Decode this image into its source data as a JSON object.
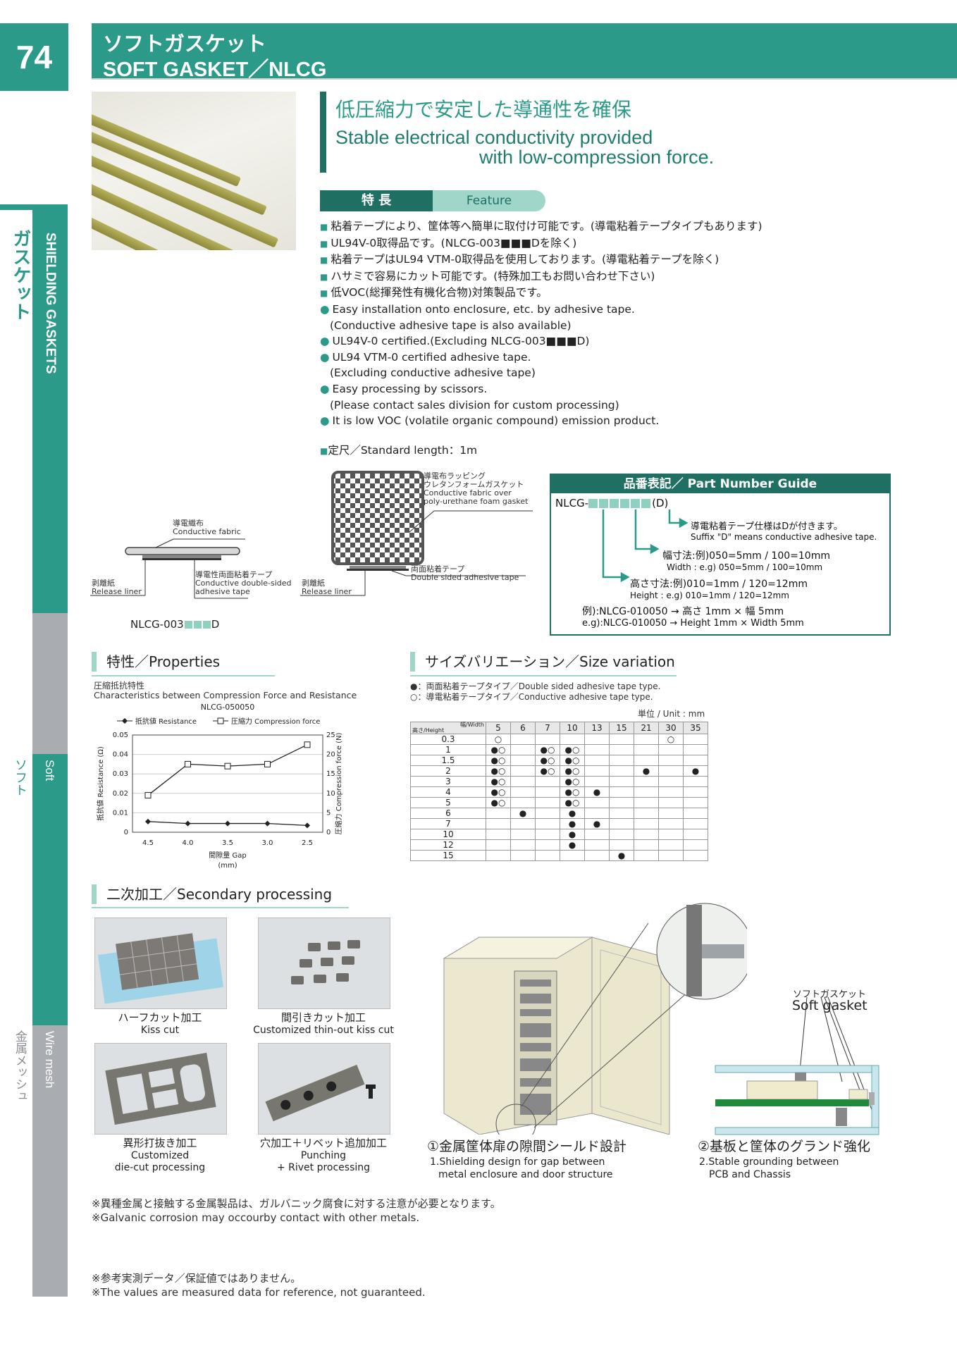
{
  "page_number": "74",
  "header": {
    "title_jp": "ソフトガスケット",
    "title_en": "SOFT GASKET／NLCG"
  },
  "side_tabs": {
    "gasket_jp": "ガスケット",
    "gasket_en": "SHIELDING GASKETS",
    "soft_jp": "ソフト",
    "soft_en": "Soft",
    "mesh_jp": "金属メッシュ",
    "mesh_en": "Wire mesh"
  },
  "tagline": {
    "jp": "低圧縮力で安定した導通性を確保",
    "en_line1": "Stable electrical conductivity provided",
    "en_line2": "with low-compression force."
  },
  "feature": {
    "label_jp": "特 長",
    "label_en": "Feature",
    "jp_items": [
      "粘着テープにより、筐体等へ簡単に取付け可能です。(導電粘着テープタイプもあります)",
      "UL94V-0取得品です。(NLCG-003■■■Dを除く)",
      "粘着テープはUL94 VTM-0取得品を使用しております。(導電粘着テープを除く)",
      "ハサミで容易にカット可能です。(特殊加工もお問い合わせ下さい)",
      "低VOC(総揮発性有機化合物)対策製品です。"
    ],
    "en_1a": "Easy installation onto enclosure, etc. by adhesive tape.",
    "en_1b": "(Conductive adhesive tape is also available)",
    "en_2": "UL94V-0 certified.(Excluding NLCG-003■■■D)",
    "en_3a": "UL94 VTM-0 certified adhesive tape.",
    "en_3b": "(Excluding conductive adhesive tape)",
    "en_4a": "Easy processing by scissors.",
    "en_4b": "(Please contact sales division for custom processing)",
    "en_5": "It is low VOC (volatile organic compound) emission product.",
    "standard_length": "定尺／Standard length：1m"
  },
  "diagram": {
    "fabric_jp": "導電織布",
    "fabric_en": "Conductive fabric",
    "liner_jp": "剥離紙",
    "liner_en": "Release liner",
    "cond_tape_jp": "導電性両面粘着テープ",
    "cond_tape_en1": "Conductive double-sided",
    "cond_tape_en2": "adhesive tape",
    "liner2_jp": "剥離紙",
    "liner2_en": "Release liner",
    "wrap_jp1": "導電布ラッピング",
    "wrap_jp2": "ウレタンフォームガスケット",
    "wrap_en1": "Conductive fabric over",
    "wrap_en2": "poly-urethane foam gasket",
    "dst_jp": "両面粘着テープ",
    "dst_en": "Double sided adhesive tape",
    "model_prefix": "NLCG-003",
    "model_suffix": "D"
  },
  "part_number": {
    "title": "品番表記／ Part Number Guide",
    "prefix": "NLCG-",
    "suffix": "(D)",
    "suffix_jp": "導電粘着テープ仕様はDが付きます。",
    "suffix_en": "Suffix \"D\" means conductive adhesive tape.",
    "width_jp": "幅寸法:例)050=5mm / 100=10mm",
    "width_en": "Width : e.g) 050=5mm / 100=10mm",
    "height_jp": "高さ寸法:例)010=1mm / 120=12mm",
    "height_en": "Height : e.g) 010=1mm / 120=12mm",
    "example_jp": "例):NLCG-010050 → 高さ 1mm × 幅 5mm",
    "example_en": "e.g):NLCG-010050 → Height 1mm × Width 5mm"
  },
  "properties": {
    "title": "特性／Properties",
    "sub_jp": "圧縮抵抗特性",
    "sub_en": "Characteristics between Compression Force and Resistance"
  },
  "chart_data": {
    "type": "line",
    "title": "NLCG-050050",
    "x": [
      "4.5",
      "4.0",
      "3.5",
      "3.0",
      "2.5"
    ],
    "xlabel_1": "間隙量 Gap",
    "xlabel_2": "(mm)",
    "ylabel_left": "抵抗値 Resistance (Ω)",
    "ylabel_right": "圧縮力 Compression force (N)",
    "ylim_left": [
      0,
      0.05
    ],
    "ylim_right": [
      0,
      25
    ],
    "yticks_left": [
      "0",
      "0.01",
      "0.02",
      "0.03",
      "0.04",
      "0.05"
    ],
    "yticks_right": [
      "0",
      "5",
      "10",
      "15",
      "20",
      "25"
    ],
    "series": [
      {
        "name": "抵抗値 Resistance",
        "axis": "left",
        "values": [
          0.0055,
          0.0045,
          0.0045,
          0.0045,
          0.0035
        ]
      },
      {
        "name": "圧縮力 Compression force",
        "axis": "right",
        "values": [
          9.5,
          17.5,
          17,
          17.5,
          22.5
        ]
      }
    ]
  },
  "size_variation": {
    "title": "サイズバリエーション／Size variation",
    "legend_filled": "●：両面粘着テープタイプ／Double sided adhesive tape type.",
    "legend_open": "○：導電粘着テープタイプ／Conductive adhesive tape type.",
    "unit": "単位 / Unit : mm",
    "corner_width": "幅/Width",
    "corner_height": "高さ/Height",
    "widths": [
      "5",
      "6",
      "7",
      "10",
      "13",
      "15",
      "21",
      "30",
      "35"
    ],
    "rows": [
      {
        "h": "0.3",
        "c": [
          "○",
          "",
          "",
          "",
          "",
          "",
          "",
          "○",
          ""
        ]
      },
      {
        "h": "1",
        "c": [
          "●○",
          "",
          "●○",
          "●○",
          "",
          "",
          "",
          "",
          ""
        ]
      },
      {
        "h": "1.5",
        "c": [
          "●○",
          "",
          "●○",
          "●○",
          "",
          "",
          "",
          "",
          ""
        ]
      },
      {
        "h": "2",
        "c": [
          "●○",
          "",
          "●○",
          "●○",
          "",
          "",
          "●",
          "",
          "●"
        ]
      },
      {
        "h": "3",
        "c": [
          "●○",
          "",
          "",
          "●○",
          "",
          "",
          "",
          "",
          ""
        ]
      },
      {
        "h": "4",
        "c": [
          "●○",
          "",
          "",
          "●○",
          "●",
          "",
          "",
          "",
          ""
        ]
      },
      {
        "h": "5",
        "c": [
          "●○",
          "",
          "",
          "●○",
          "",
          "",
          "",
          "",
          ""
        ]
      },
      {
        "h": "6",
        "c": [
          "",
          "●",
          "",
          "●",
          "",
          "",
          "",
          "",
          ""
        ]
      },
      {
        "h": "7",
        "c": [
          "",
          "",
          "",
          "●",
          "●",
          "",
          "",
          "",
          ""
        ]
      },
      {
        "h": "10",
        "c": [
          "",
          "",
          "",
          "●",
          "",
          "",
          "",
          "",
          ""
        ]
      },
      {
        "h": "12",
        "c": [
          "",
          "",
          "",
          "●",
          "",
          "",
          "",
          "",
          ""
        ]
      },
      {
        "h": "15",
        "c": [
          "",
          "",
          "",
          "",
          "",
          "●",
          "",
          "",
          ""
        ]
      }
    ]
  },
  "secondary": {
    "title": "二次加工／Secondary processing",
    "items": [
      {
        "jp": "ハーフカット加工",
        "en1": "Kiss cut",
        "en2": ""
      },
      {
        "jp": "間引きカット加工",
        "en1": "Customized thin-out kiss cut",
        "en2": ""
      },
      {
        "jp": "異形打抜き加工",
        "en1": "Customized",
        "en2": "die-cut processing"
      },
      {
        "jp": "穴加工＋リベット追加加工",
        "en1": "Punching",
        "en2": "+ Rivet processing"
      }
    ]
  },
  "applications": {
    "app1_jp": "①金属筐体扉の隙間シールド設計",
    "app1_en1": "1.Shielding design for gap between",
    "app1_en2": "metal enclosure and door structure",
    "app2_jp": "②基板と筐体のグランド強化",
    "app2_en1": "2.Stable grounding between",
    "app2_en2": "PCB and Chassis",
    "soft_gasket_jp": "ソフトガスケット",
    "soft_gasket_en": "Soft gasket"
  },
  "notes": {
    "galvanic_jp": "※異種金属と接触する金属製品は、ガルバニック腐食に対する注意が必要となります。",
    "galvanic_en": "※Galvanic corrosion may occourby contact with other metals.",
    "ref_jp": "※参考実測データ／保証値ではありません。",
    "ref_en": "※The values are measured data for reference,  not guaranteed."
  }
}
